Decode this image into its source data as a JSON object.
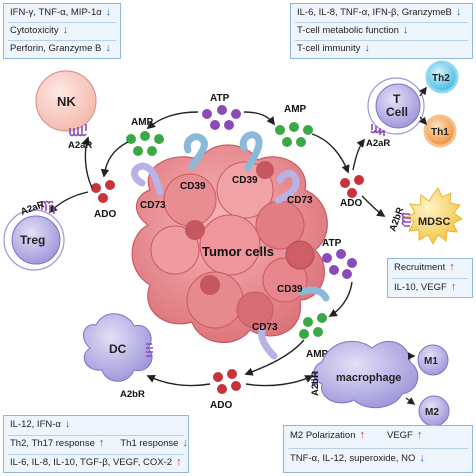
{
  "tumor": {
    "label": "Tumor cells",
    "cd39": [
      "CD39",
      "CD39",
      "CD39"
    ],
    "cd73": [
      "CD73",
      "CD73",
      "CD73"
    ]
  },
  "molecules": {
    "atp_top": "ATP",
    "amp_top_left": "AMP",
    "amp_top_right": "AMP",
    "ado_left": "ADO",
    "ado_right": "ADO",
    "atp_right": "ATP",
    "amp_bottom": "AMP",
    "ado_bottom": "ADO"
  },
  "cells": {
    "nk": {
      "label": "NK",
      "receptor": "A2aR"
    },
    "treg": {
      "label": "Treg",
      "receptor": "A2aR"
    },
    "tcell": {
      "label_1": "T",
      "label_2": "Cell",
      "receptor": "A2aR"
    },
    "th2": "Th2",
    "th1": "Th1",
    "mdsc": {
      "label": "MDSC",
      "receptor": "A2bR"
    },
    "dc": {
      "label": "DC",
      "receptor": "A2bR"
    },
    "macrophage": {
      "label": "macrophage",
      "receptor": "A2bR"
    },
    "m1": "M1",
    "m2": "M2"
  },
  "boxes": {
    "nk_box": {
      "rows": [
        "IFN-γ, TNF-α, MIP-1α",
        "Cytotoxicity",
        "Perforin, Granzyme B"
      ]
    },
    "tcell_box": {
      "rows": [
        "IL-6, IL-8, TNF-α, IFN-β, GranzymeB",
        "T-cell metabolic function",
        "T-cell immunity"
      ]
    },
    "mdsc_box": {
      "rows": [
        "Recruitment",
        "IL-10, VEGF"
      ]
    },
    "dc_box": {
      "row1": "IL-12, IFN-α",
      "row2a": "Th2, Th17 response",
      "row2b": "Th1 response",
      "row3": "IL-6, IL-8, IL-10, TGF-β, VEGF, COX-2"
    },
    "mac_box": {
      "row1a": "M2 Polarization",
      "row1b": "VEGF",
      "row2": "TNF-α, IL-12, superoxide, NO"
    }
  },
  "colors": {
    "tumor": "#e8868b",
    "purple_dot": "#8a4bb8",
    "green_dot": "#3aa845",
    "red_dot": "#c8323a",
    "box_border": "#8fb6dd",
    "box_fill": "#eef5fc",
    "arrow_down": "#1f5fc7",
    "arrow_up": "#d23a2a"
  }
}
